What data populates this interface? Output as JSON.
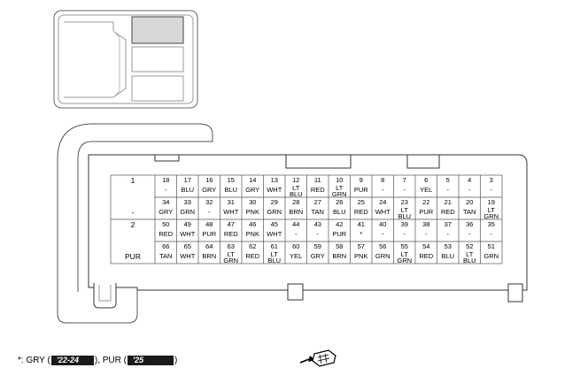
{
  "rows": [
    [
      {
        "num": "1",
        "color": ""
      },
      {
        "num": "18",
        "color": "-"
      },
      {
        "num": "17",
        "color": "BLU"
      },
      {
        "num": "16",
        "color": "GRY"
      },
      {
        "num": "15",
        "color": "BLU"
      },
      {
        "num": "14",
        "color": "GRY"
      },
      {
        "num": "13",
        "color": "WHT"
      },
      {
        "num": "12",
        "color": "LT\nBLU"
      },
      {
        "num": "11",
        "color": "RED"
      },
      {
        "num": "10",
        "color": "LT\nGRN"
      },
      {
        "num": "9",
        "color": "PUR"
      },
      {
        "num": "8",
        "color": "-"
      },
      {
        "num": "7",
        "color": "-"
      },
      {
        "num": "6",
        "color": "YEL"
      },
      {
        "num": "5",
        "color": "-"
      },
      {
        "num": "4",
        "color": "-"
      },
      {
        "num": "3",
        "color": "-"
      }
    ],
    [
      {
        "num": "",
        "color": "-"
      },
      {
        "num": "34",
        "color": "GRY"
      },
      {
        "num": "33",
        "color": "GRN"
      },
      {
        "num": "32",
        "color": "-"
      },
      {
        "num": "31",
        "color": "WHT"
      },
      {
        "num": "30",
        "color": "PNK"
      },
      {
        "num": "29",
        "color": "GRN"
      },
      {
        "num": "28",
        "color": "BRN"
      },
      {
        "num": "27",
        "color": "TAN"
      },
      {
        "num": "26",
        "color": "BLU"
      },
      {
        "num": "25",
        "color": "RED"
      },
      {
        "num": "24",
        "color": "WHT"
      },
      {
        "num": "23",
        "color": "LT\nBLU"
      },
      {
        "num": "22",
        "color": "PUR"
      },
      {
        "num": "21",
        "color": "RED"
      },
      {
        "num": "20",
        "color": "TAN"
      },
      {
        "num": "19",
        "color": "LT\nGRN"
      }
    ],
    [
      {
        "num": "2",
        "color": ""
      },
      {
        "num": "50",
        "color": "RED"
      },
      {
        "num": "49",
        "color": "WHT"
      },
      {
        "num": "48",
        "color": "PUR"
      },
      {
        "num": "47",
        "color": "RED"
      },
      {
        "num": "46",
        "color": "PNK"
      },
      {
        "num": "45",
        "color": "WHT"
      },
      {
        "num": "44",
        "color": "-"
      },
      {
        "num": "43",
        "color": "-"
      },
      {
        "num": "42",
        "color": "PUR"
      },
      {
        "num": "41",
        "color": "*"
      },
      {
        "num": "40",
        "color": "-"
      },
      {
        "num": "39",
        "color": "-"
      },
      {
        "num": "38",
        "color": "-"
      },
      {
        "num": "37",
        "color": "-"
      },
      {
        "num": "36",
        "color": "-"
      },
      {
        "num": "35",
        "color": "-"
      }
    ],
    [
      {
        "num": "",
        "color": "PUR"
      },
      {
        "num": "66",
        "color": "TAN"
      },
      {
        "num": "65",
        "color": "WHT"
      },
      {
        "num": "64",
        "color": "BRN"
      },
      {
        "num": "63",
        "color": "LT\nGRN"
      },
      {
        "num": "62",
        "color": "RED"
      },
      {
        "num": "61",
        "color": "LT\nBLU"
      },
      {
        "num": "60",
        "color": "YEL"
      },
      {
        "num": "59",
        "color": "GRY"
      },
      {
        "num": "58",
        "color": "BRN"
      },
      {
        "num": "57",
        "color": "PNK"
      },
      {
        "num": "56",
        "color": "GRN"
      },
      {
        "num": "55",
        "color": "LT\nGRN"
      },
      {
        "num": "54",
        "color": "RED"
      },
      {
        "num": "53",
        "color": "BLU"
      },
      {
        "num": "52",
        "color": "LT\nBLU"
      },
      {
        "num": "51",
        "color": "GRN"
      }
    ]
  ],
  "footnote": {
    "prefix": "*: GRY (",
    "badge1": "'22-24",
    "middle": "), PUR (",
    "badge2": "'25",
    "suffix": ")"
  }
}
